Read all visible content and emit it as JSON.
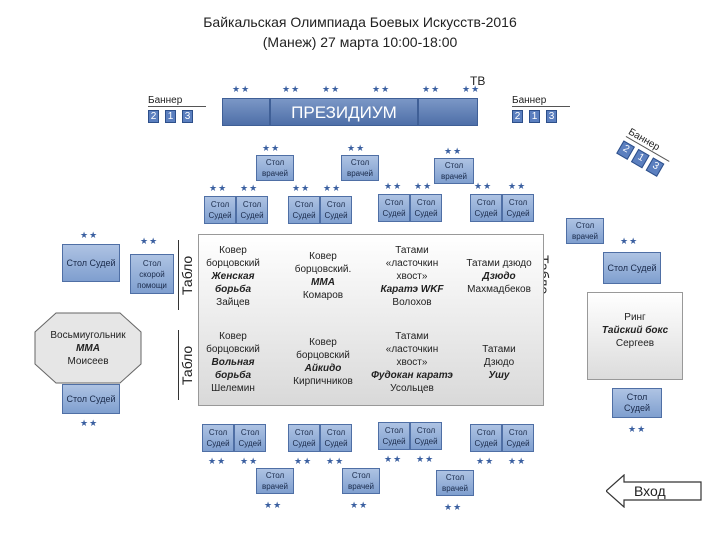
{
  "header": {
    "title": "Байкальская Олимпиада Боевых Искусств-2016",
    "subtitle": "(Манеж) 27 марта 10:00-18:00"
  },
  "tv": "ТВ",
  "banner_left": {
    "label": "Баннер",
    "nums": [
      "2",
      "1",
      "3"
    ]
  },
  "banner_right": {
    "label": "Баннер",
    "nums": [
      "2",
      "1",
      "3"
    ]
  },
  "banner_rot": {
    "label": "Баннер",
    "nums": [
      "2",
      "1",
      "3"
    ]
  },
  "presidium": "ПРЕЗИДИУМ",
  "doctor": "Стол врачей",
  "ambulance": "Стол скорой помощи",
  "judges_table": "Стол Судей",
  "judge_pair": [
    "Стол Судей",
    "Стол Судей"
  ],
  "tablo": "Табло",
  "octagon": {
    "name": "Восьмиугольник",
    "sport": "ММА",
    "person": "Моисеев"
  },
  "ring": {
    "name": "Ринг",
    "sport": "Тайский бокс",
    "person": "Сергеев"
  },
  "mats": {
    "r1c1": {
      "l1": "Ковер",
      "l2": "борцовский",
      "sport": "Женская борьба",
      "person": "Зайцев"
    },
    "r1c2": {
      "l1": "Ковер",
      "l2": "борцовский.",
      "sport": "ММА",
      "person": "Комаров"
    },
    "r1c3": {
      "l1": "Татами",
      "l2": "«ласточкин хвост»",
      "sport": "Каратэ WKF",
      "person": "Волохов"
    },
    "r1c4": {
      "l1": "Татами дзюдо",
      "sport": "Дзюдо",
      "person": "Махмадбеков"
    },
    "r2c1": {
      "l1": "Ковер",
      "l2": "борцовский",
      "sport": "Вольная борьба",
      "person": "Шелемин"
    },
    "r2c2": {
      "l1": "Ковер",
      "l2": "борцовский",
      "sport": "Айкидо",
      "person": "Кирпичников"
    },
    "r2c3": {
      "l1": "Татами",
      "l2": "«ласточкин хвост»",
      "sport": "Фудокан каратэ",
      "person": "Усольцев"
    },
    "r2c4": {
      "l1": "Татами",
      "l2": "Дзюдо",
      "sport": "Ушу"
    }
  },
  "exit": "Вход",
  "star_glyph": "★★",
  "colors": {
    "accent": "#5b7fbf",
    "table": "#9fb7dc"
  }
}
